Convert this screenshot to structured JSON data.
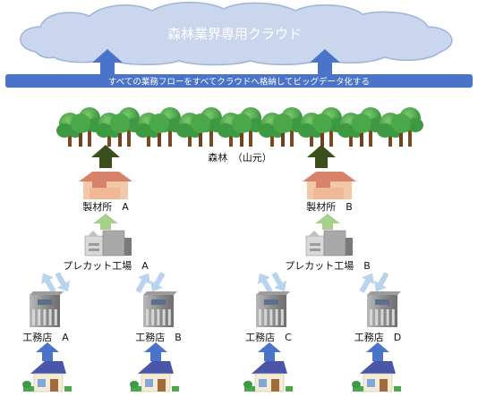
{
  "cloud": {
    "title": "森林業界専用クラウド"
  },
  "banner": {
    "text": "すべての業務フローをすべてクラウドへ格納してビッグデータ化する"
  },
  "forest": {
    "label": "森林　（山元）"
  },
  "sawmills": [
    {
      "label": "製材所　A"
    },
    {
      "label": "製材所　B"
    }
  ],
  "precut_factories": [
    {
      "label": "プレカット工場　A"
    },
    {
      "label": "プレカット工場　B"
    }
  ],
  "contractors": [
    {
      "label": "工務店　A"
    },
    {
      "label": "工務店　B"
    },
    {
      "label": "工務店　C"
    },
    {
      "label": "工務店　D"
    }
  ],
  "colors": {
    "cloud_fill": "#c9d6ee",
    "cloud_stroke": "#9fb3da",
    "banner": "#4a74c9",
    "arrow_blue": "#4a74c9",
    "arrow_dark_green": "#3b4f1d",
    "arrow_light_green": "#a7d08c",
    "arrow_light_blue": "#b9d3ee",
    "tree_leaf": "#4aa84a",
    "tree_trunk": "#7a4a22"
  }
}
